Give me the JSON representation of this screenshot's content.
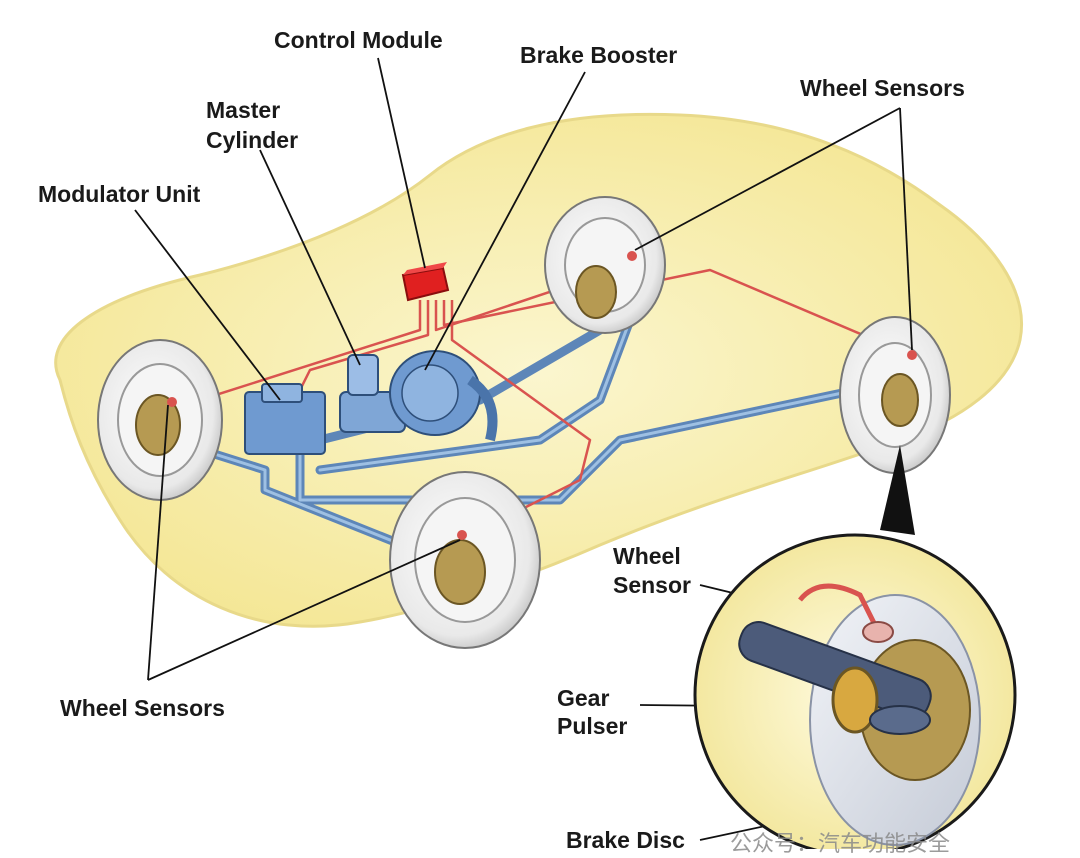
{
  "diagram": {
    "labels": {
      "control_module": "Control Module",
      "brake_booster": "Brake Booster",
      "master_cylinder_line1": "Master",
      "master_cylinder_line2": "Cylinder",
      "modulator_unit": "Modulator Unit",
      "wheel_sensors_top": "Wheel Sensors",
      "wheel_sensors_bottom": "Wheel Sensors",
      "wheel_sensor_line1": "Wheel",
      "wheel_sensor_line2": "Sensor",
      "gear_pulser_line1": "Gear",
      "gear_pulser_line2": "Pulser",
      "brake_disc": "Brake Disc"
    },
    "watermark": "公众号：汽车功能安全"
  },
  "colors": {
    "car_body": "#f7eeaa",
    "car_outline": "#d8c56a",
    "tire": "#eeeeee",
    "hub": "#b69a52",
    "brake_line_blue": "#5d86b8",
    "sensor_wire_red": "#d9534f",
    "control_module_red": "#e02020",
    "leader_line": "#111111"
  }
}
